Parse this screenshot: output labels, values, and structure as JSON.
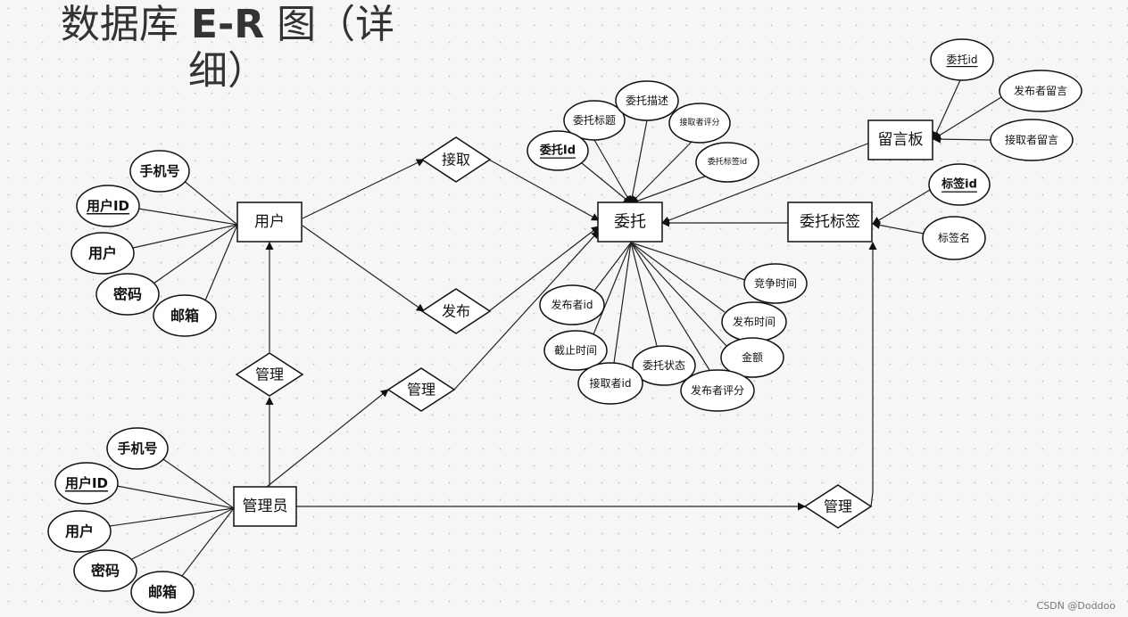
{
  "title": {
    "main": "数据库",
    "bold": "E-R",
    "tail": "图（详细）"
  },
  "watermark": "CSDN @Doddoo",
  "entities": {
    "user": "用户",
    "admin": "管理员",
    "entrust": "委托",
    "board": "留言板",
    "tag": "委托标签"
  },
  "relationships": {
    "accept": "接取",
    "publish": "发布",
    "manage_user": "管理",
    "manage_entrust": "管理",
    "manage_tag": "管理"
  },
  "attributes": {
    "user": [
      "手机号",
      "用户ID",
      "用户",
      "密码",
      "邮箱"
    ],
    "admin": [
      "手机号",
      "用户ID",
      "用户",
      "密码",
      "邮箱"
    ],
    "entrust": [
      "委托标题",
      "委托描述",
      "接取者评分",
      "委托Id",
      "委托标签id",
      "竞争时间",
      "发布者id",
      "发布时间",
      "截止时间",
      "金额",
      "委托状态",
      "接取者id",
      "发布者评分"
    ],
    "board": [
      "委托id",
      "发布者留言",
      "接取者留言"
    ],
    "tag": [
      "标签id",
      "标签名"
    ]
  }
}
